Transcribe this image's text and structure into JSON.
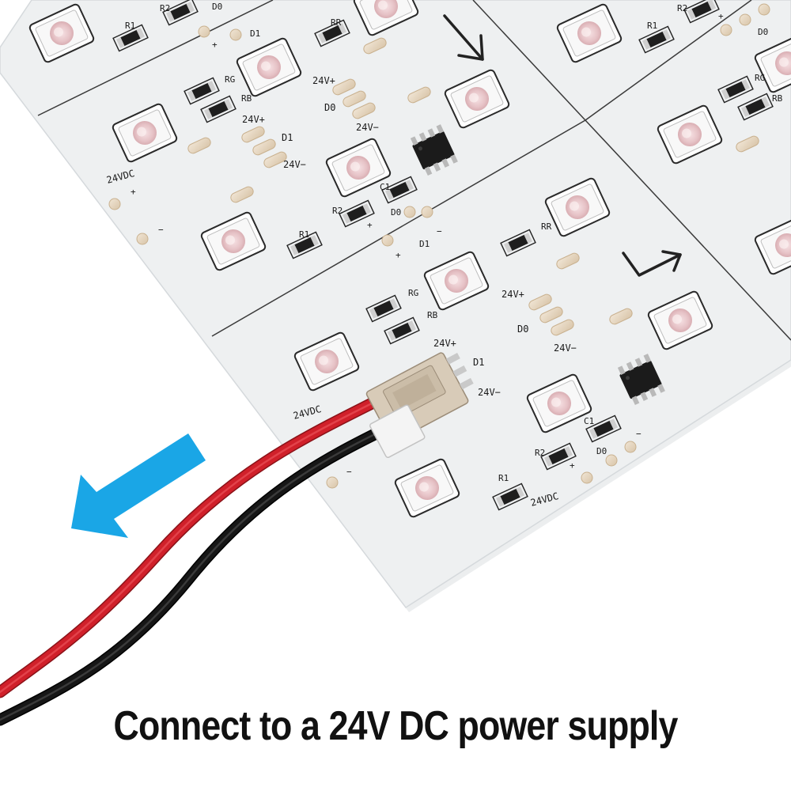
{
  "caption": "Connect to a 24V DC power supply",
  "colors": {
    "board": "#eef0f1",
    "led_lens": "#e9c9cc",
    "arrow": "#1aa6e6",
    "wire_positive": "#d0202a",
    "wire_negative": "#111111",
    "connector": "#d8cbb8"
  },
  "icons": [
    "direction-arrow-icon",
    "left-arrow-icon"
  ],
  "board_labels": {
    "r1": "R1",
    "r2": "R2",
    "rg": "RG",
    "rb": "RB",
    "rr": "RR",
    "c1": "C1",
    "v24_plus": "24V+",
    "v24_minus": "24V−",
    "d0": "D0",
    "d1": "D1",
    "vdc24": "24VDC",
    "plus": "+",
    "minus": "−"
  }
}
